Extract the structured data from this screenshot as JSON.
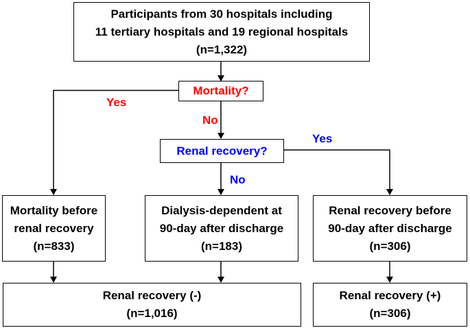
{
  "nodes": {
    "participants": {
      "lines": [
        "Participants from 30 hospitals including",
        "11 tertiary hospitals and 19 regional hospitals",
        "(n=1,322)"
      ]
    },
    "mortality_q": {
      "label": "Mortality?"
    },
    "renal_q": {
      "label": "Renal recovery?"
    },
    "mortality_before": {
      "lines": [
        "Mortality before",
        "renal recovery",
        "(n=833)"
      ]
    },
    "dialysis_dependent": {
      "lines": [
        "Dialysis-dependent at",
        "90-day after discharge",
        "(n=183)"
      ]
    },
    "recovery_before": {
      "lines": [
        "Renal recovery before",
        "90-day after discharge",
        "(n=306)"
      ]
    },
    "renal_neg": {
      "lines": [
        "Renal recovery (-)",
        "(n=1,016)"
      ]
    },
    "renal_pos": {
      "lines": [
        "Renal recovery (+)",
        "(n=306)"
      ]
    }
  },
  "edge_labels": {
    "mortality_yes": "Yes",
    "mortality_no": "No",
    "renal_yes": "Yes",
    "renal_no": "No"
  },
  "colors": {
    "mortality": "#ff0000",
    "renal": "#0000ff",
    "line": "#000000"
  }
}
